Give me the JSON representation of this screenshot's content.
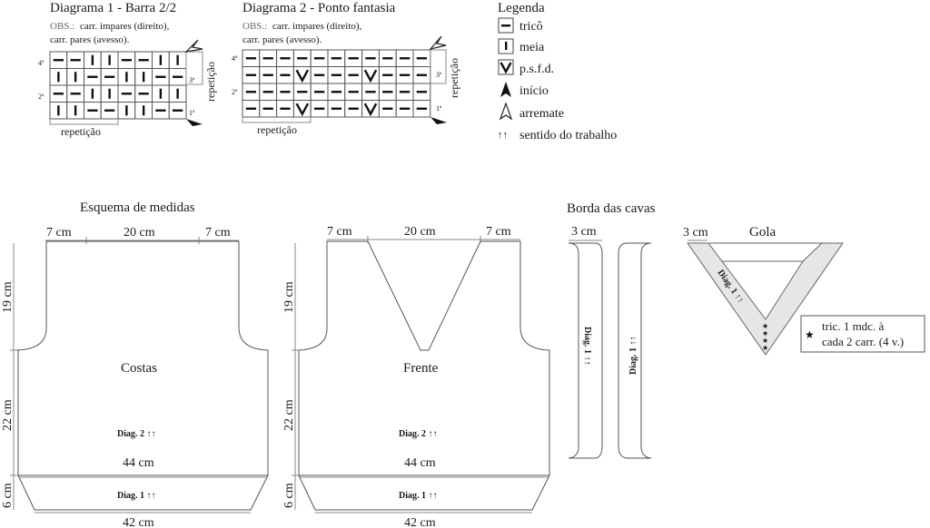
{
  "diagram1": {
    "title": "Diagrama 1 - Barra 2/2",
    "obs_prefix": "OBS.:",
    "obs_line1": "carr. impares (direito),",
    "obs_line2": "carr. pares (avesso).",
    "rows": [
      [
        "tric",
        "tric",
        "meia",
        "meia",
        "tric",
        "tric",
        "meia",
        "meia"
      ],
      [
        "meia",
        "meia",
        "tric",
        "tric",
        "meia",
        "meia",
        "tric",
        "tric"
      ],
      [
        "tric",
        "tric",
        "meia",
        "meia",
        "tric",
        "tric",
        "meia",
        "meia"
      ],
      [
        "meia",
        "meia",
        "tric",
        "tric",
        "meia",
        "meia",
        "tric",
        "tric"
      ]
    ],
    "row_labels": {
      "r4": "4ª",
      "r3": "3ª",
      "r2": "2ª",
      "r1": "1ª"
    },
    "repeat_h": "repetição",
    "repeat_v": "repetição"
  },
  "diagram2": {
    "title": "Diagrama 2 - Ponto fantasia",
    "obs_prefix": "OBS.:",
    "obs_line1": "carr. impares (direito),",
    "obs_line2": "carr. pares (avesso).",
    "rows": [
      [
        "tric",
        "tric",
        "tric",
        "tric",
        "tric",
        "tric",
        "tric",
        "tric",
        "tric",
        "tric",
        "tric"
      ],
      [
        "tric",
        "tric",
        "tric",
        "psfd",
        "tric",
        "tric",
        "tric",
        "psfd",
        "tric",
        "tric",
        "tric"
      ],
      [
        "tric",
        "tric",
        "tric",
        "tric",
        "tric",
        "tric",
        "tric",
        "tric",
        "tric",
        "tric",
        "tric"
      ],
      [
        "tric",
        "tric",
        "tric",
        "psfd",
        "tric",
        "tric",
        "tric",
        "psfd",
        "tric",
        "tric",
        "tric"
      ]
    ],
    "row_labels": {
      "r4": "4ª",
      "r3": "3ª",
      "r2": "2ª",
      "r1": "1ª"
    },
    "repeat_h": "repetição",
    "repeat_v": "repetição"
  },
  "legend": {
    "title": "Legenda",
    "items": [
      {
        "icon": "purl-symbol",
        "label": "tricô"
      },
      {
        "icon": "knit-symbol",
        "label": "meia"
      },
      {
        "icon": "psfd-symbol",
        "label": "p.s.f.d."
      },
      {
        "icon": "start-arrow",
        "label": "início"
      },
      {
        "icon": "finish-arrow",
        "label": "arremate"
      },
      {
        "icon": "direction-arrows",
        "label": "sentido do trabalho"
      }
    ]
  },
  "schema": {
    "title": "Esquema de medidas",
    "back": {
      "name": "Costas",
      "top_left": "7 cm",
      "top_mid": "20 cm",
      "top_right": "7 cm",
      "h_upper": "19 cm",
      "h_mid": "22 cm",
      "h_lower": "6 cm",
      "diag_body": "Diag. 2 ↑↑",
      "width_body": "44 cm",
      "diag_rib": "Diag. 1 ↑↑",
      "width_rib": "42 cm"
    },
    "front": {
      "name": "Frente",
      "top_left": "7 cm",
      "top_mid": "20 cm",
      "top_right": "7 cm",
      "h_upper": "19 cm",
      "h_mid": "22 cm",
      "h_lower": "6 cm",
      "diag_body": "Diag. 2 ↑↑",
      "width_body": "44 cm",
      "diag_rib": "Diag. 1 ↑↑",
      "width_rib": "42 cm"
    }
  },
  "armhole": {
    "title": "Borda das cavas",
    "width": "3 cm",
    "left_label": "Diag. 1 ↑↑",
    "right_label": "Diag. 1 ↑↑"
  },
  "collar": {
    "title": "Gola",
    "width": "3 cm",
    "label": "Diag. 1 ↑↑",
    "note_line1": "tric. 1 mdc. à",
    "note_line2": "cada 2 carr. (4 v.)",
    "band_color": "#e6e6e6"
  }
}
